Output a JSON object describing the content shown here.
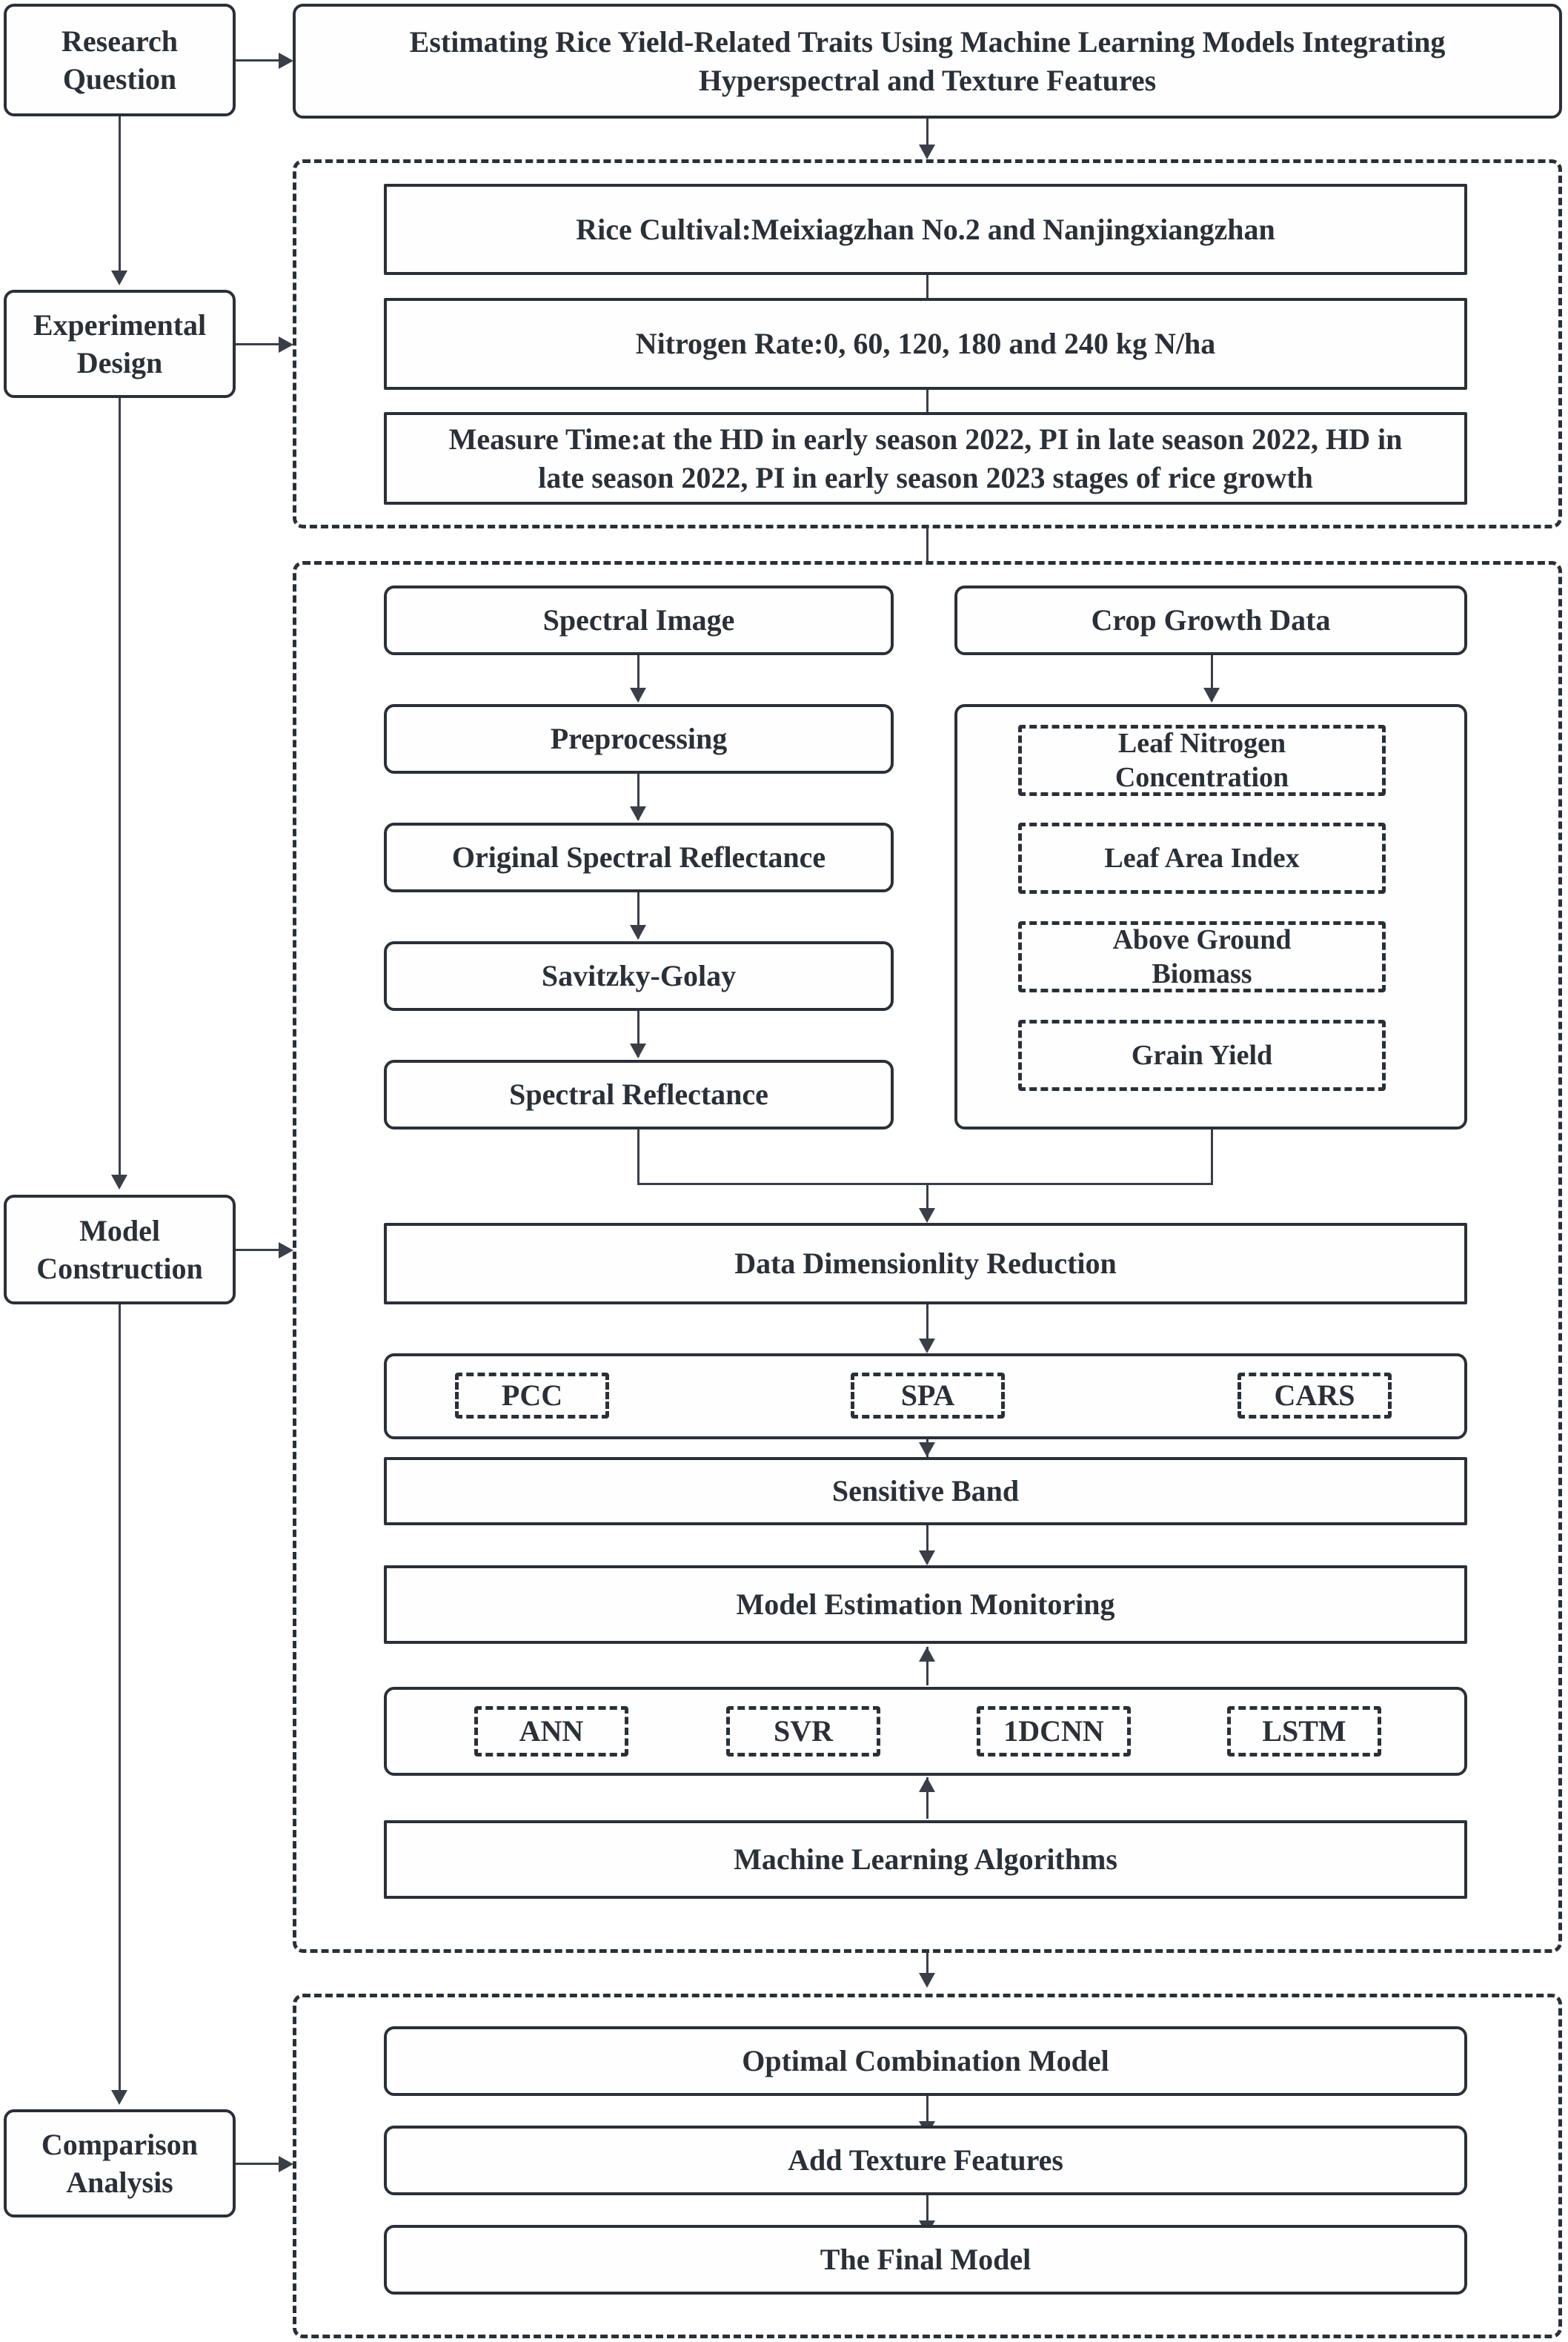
{
  "figure": {
    "kind": "research-workflow-flowchart",
    "stroke_color": "#2b3038",
    "connector_color": "#3a3f47",
    "background_color": "#ffffff"
  },
  "stages": {
    "research_question": "Research\nQuestion",
    "research_question_line1": "Research",
    "research_question_line2": "Question",
    "experimental_design_line1": "Experimental",
    "experimental_design_line2": "Design",
    "model_construction_line1": "Model",
    "model_construction_line2": "Construction",
    "comparison_analysis_line1": "Comparison",
    "comparison_analysis_line2": "Analysis"
  },
  "title": {
    "line1": "Estimating Rice Yield-Related Traits Using Machine Learning Models Integrating",
    "line2": "Hyperspectral and Texture Features"
  },
  "experimental_design": {
    "cultivar": "Rice Cultival:Meixiagzhan No.2 and Nanjingxiangzhan",
    "nitrogen_rate": "Nitrogen Rate:0, 60, 120, 180 and 240 kg N/ha",
    "measure_time_line1": "Measure Time:at the HD in early season 2022, PI in late season 2022, HD in",
    "measure_time_line2": "late season 2022, PI in early season 2023 stages of  rice growth"
  },
  "model_construction": {
    "spectral_column": [
      "Spectral Image",
      "Preprocessing",
      "Original Spectral Reflectance",
      "Savitzky-Golay",
      "Spectral Reflectance"
    ],
    "crop_growth_header": "Crop Growth Data",
    "crop_growth_items": [
      "Leaf Nitrogen\nConcentration",
      "Leaf Area Index",
      "Above Ground\nBiomass",
      "Grain Yield"
    ],
    "crop_growth_items_lines": [
      [
        "Leaf Nitrogen",
        "Concentration"
      ],
      [
        "Leaf Area Index",
        ""
      ],
      [
        "Above Ground",
        "Biomass"
      ],
      [
        "Grain Yield",
        ""
      ]
    ],
    "dimensionality_reduction": "Data Dimensionlity Reduction",
    "dimensionality_methods": [
      "PCC",
      "SPA",
      "CARS"
    ],
    "sensitive_band": "Sensitive Band",
    "model_estimation": "Model Estimation Monitoring",
    "algorithms": [
      "ANN",
      "SVR",
      "1DCNN",
      "LSTM"
    ],
    "machine_learning_algorithms": "Machine Learning Algorithms"
  },
  "comparison_analysis": {
    "steps": [
      "Optimal Combination Model",
      "Add Texture Features",
      "The Final Model"
    ]
  }
}
